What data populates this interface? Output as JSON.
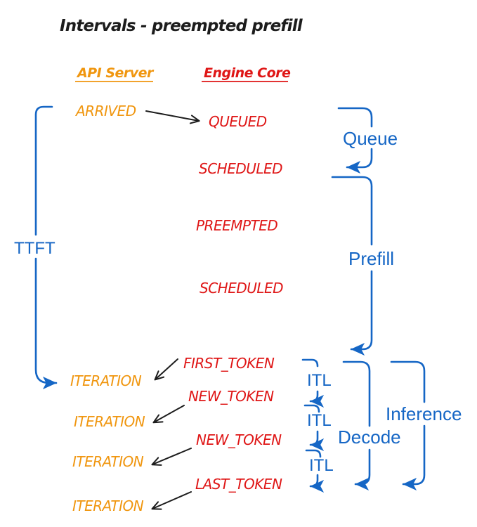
{
  "title": "Intervals - preempted prefill",
  "colors": {
    "ink": "#1c1c1c",
    "orange": "#f0960f",
    "red": "#df1616",
    "blue": "#1566c5"
  },
  "columns": {
    "api_server": "API Server",
    "engine_core": "Engine Core"
  },
  "events": {
    "arrived": "ARRIVED",
    "queued": "QUEUED",
    "scheduled_1": "SCHEDULED",
    "preempted": "PREEMPTED",
    "scheduled_2": "SCHEDULED",
    "first_token": "FIRST_TOKEN",
    "new_token_1": "NEW_TOKEN",
    "new_token_2": "NEW_TOKEN",
    "last_token": "LAST_TOKEN",
    "iteration_1": "ITERATION",
    "iteration_2": "ITERATION",
    "iteration_3": "ITERATION",
    "iteration_4": "ITERATION"
  },
  "intervals": {
    "ttft": "TTFT",
    "queue": "Queue",
    "prefill": "Prefill",
    "itl": "ITL",
    "decode": "Decode",
    "inference": "Inference"
  }
}
